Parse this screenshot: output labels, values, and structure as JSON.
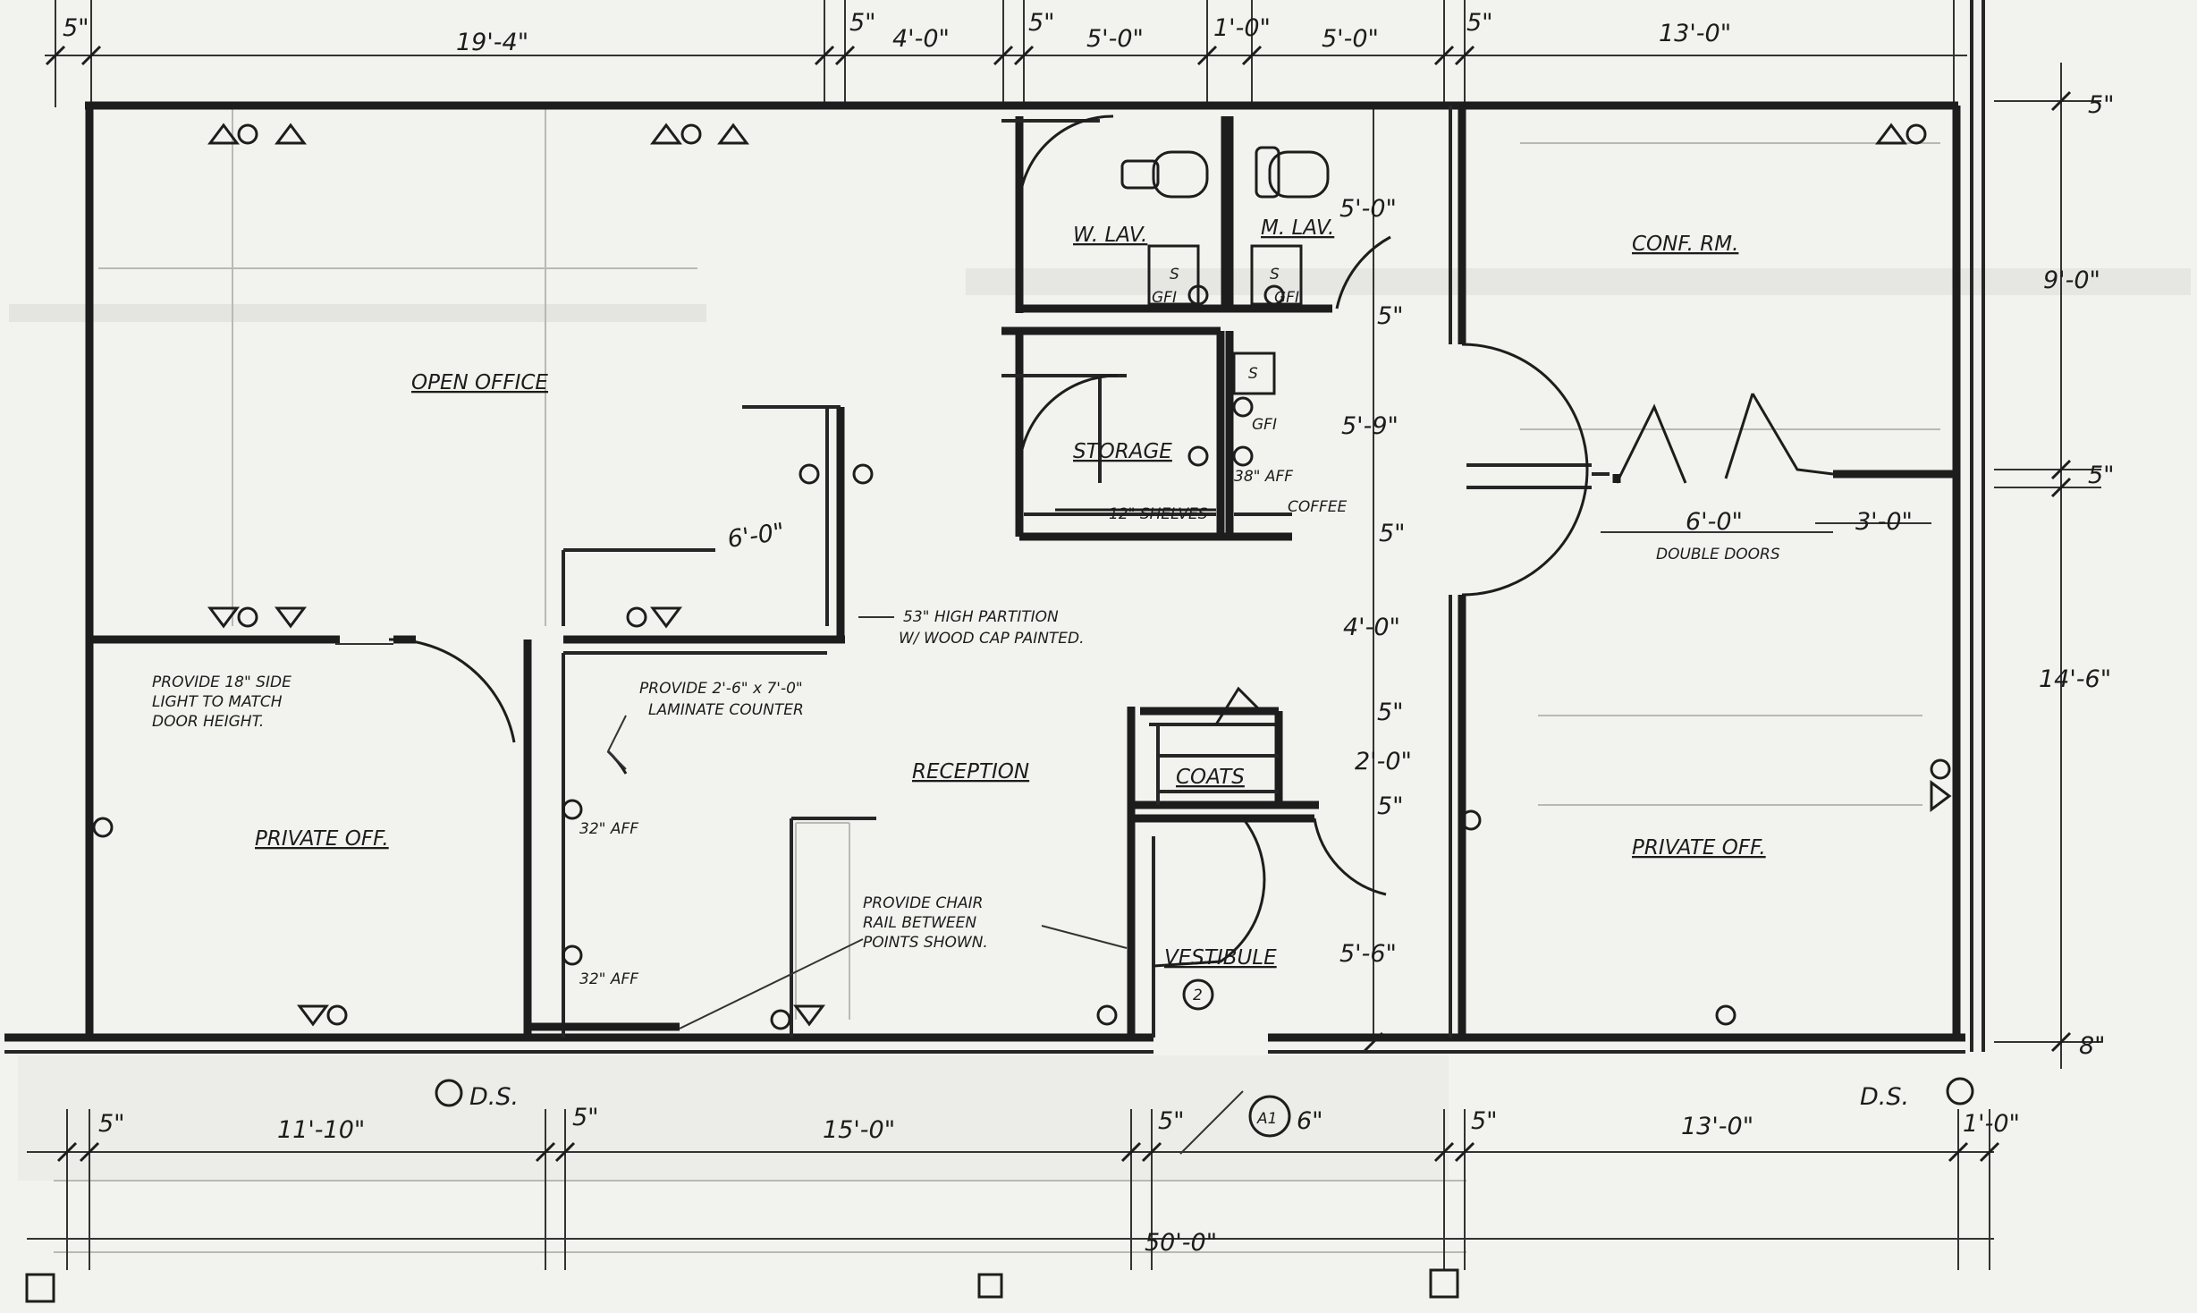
{
  "top_dimensions": [
    {
      "label": "5\""
    },
    {
      "label": "19'-4\""
    },
    {
      "label": "5\""
    },
    {
      "label": "4'-0\""
    },
    {
      "label": "5\""
    },
    {
      "label": "5'-0\""
    },
    {
      "label": "1'-0\""
    },
    {
      "label": "5'-0\""
    },
    {
      "label": "5\""
    },
    {
      "label": "13'-0\""
    }
  ],
  "bottom_dimensions": [
    {
      "label": "5\""
    },
    {
      "label": "11'-10\""
    },
    {
      "label": "5\""
    },
    {
      "label": "15'-0\""
    },
    {
      "label": "5\""
    },
    {
      "label": "6\""
    },
    {
      "label": "5\""
    },
    {
      "label": "13'-0\""
    },
    {
      "label": "1'-0\""
    }
  ],
  "overall_dimension": {
    "label": "50'-0\""
  },
  "right_dimensions": [
    {
      "label": "5\""
    },
    {
      "label": "9'-0\""
    },
    {
      "label": "5\""
    },
    {
      "label": "14'-6\""
    },
    {
      "label": "8\""
    }
  ],
  "interior_dimensions": [
    {
      "label": "5'-0\""
    },
    {
      "label": "5\""
    },
    {
      "label": "5'-9\""
    },
    {
      "label": "5\""
    },
    {
      "label": "4'-0\""
    },
    {
      "label": "5\""
    },
    {
      "label": "2'-0\""
    },
    {
      "label": "5\""
    },
    {
      "label": "5'-6\""
    },
    {
      "label": "6'-0\""
    },
    {
      "label": "6'-0\""
    },
    {
      "label": "3'-0\""
    }
  ],
  "rooms": [
    {
      "label": "OPEN OFFICE"
    },
    {
      "label": "W. LAV."
    },
    {
      "label": "M. LAV."
    },
    {
      "label": "CONF. RM."
    },
    {
      "label": "STORAGE"
    },
    {
      "label": "RECEPTION"
    },
    {
      "label": "COATS"
    },
    {
      "label": "VESTIBULE"
    },
    {
      "label": "PRIVATE OFF."
    },
    {
      "label": "PRIVATE OFF."
    }
  ],
  "notes": [
    {
      "lines": [
        "PROVIDE 18\" SIDE",
        "LIGHT TO MATCH",
        "DOOR HEIGHT."
      ]
    },
    {
      "lines": [
        "PROVIDE 2'-6\" x 7'-0\"",
        "LAMINATE COUNTER"
      ]
    },
    {
      "lines": [
        "53\" HIGH PARTITION",
        "W/ WOOD CAP PAINTED."
      ]
    },
    {
      "lines": [
        "PROVIDE CHAIR",
        "RAIL BETWEEN",
        "POINTS SHOWN."
      ]
    },
    {
      "lines": [
        "DOUBLE DOORS"
      ]
    },
    {
      "lines": [
        "12\" SHELVES"
      ]
    },
    {
      "lines": [
        "COFFEE"
      ]
    },
    {
      "lines": [
        "38\" AFF"
      ]
    },
    {
      "lines": [
        "32\" AFF"
      ]
    },
    {
      "lines": [
        "32\" AFF"
      ]
    }
  ],
  "downspouts": [
    {
      "label": "D.S."
    },
    {
      "label": "D.S."
    }
  ],
  "marks": [
    {
      "label": "GFI"
    },
    {
      "label": "GFI"
    },
    {
      "label": "GFI"
    },
    {
      "label": "S"
    },
    {
      "label": "S"
    },
    {
      "label": "S"
    },
    {
      "label": "A1"
    },
    {
      "label": "2"
    }
  ]
}
